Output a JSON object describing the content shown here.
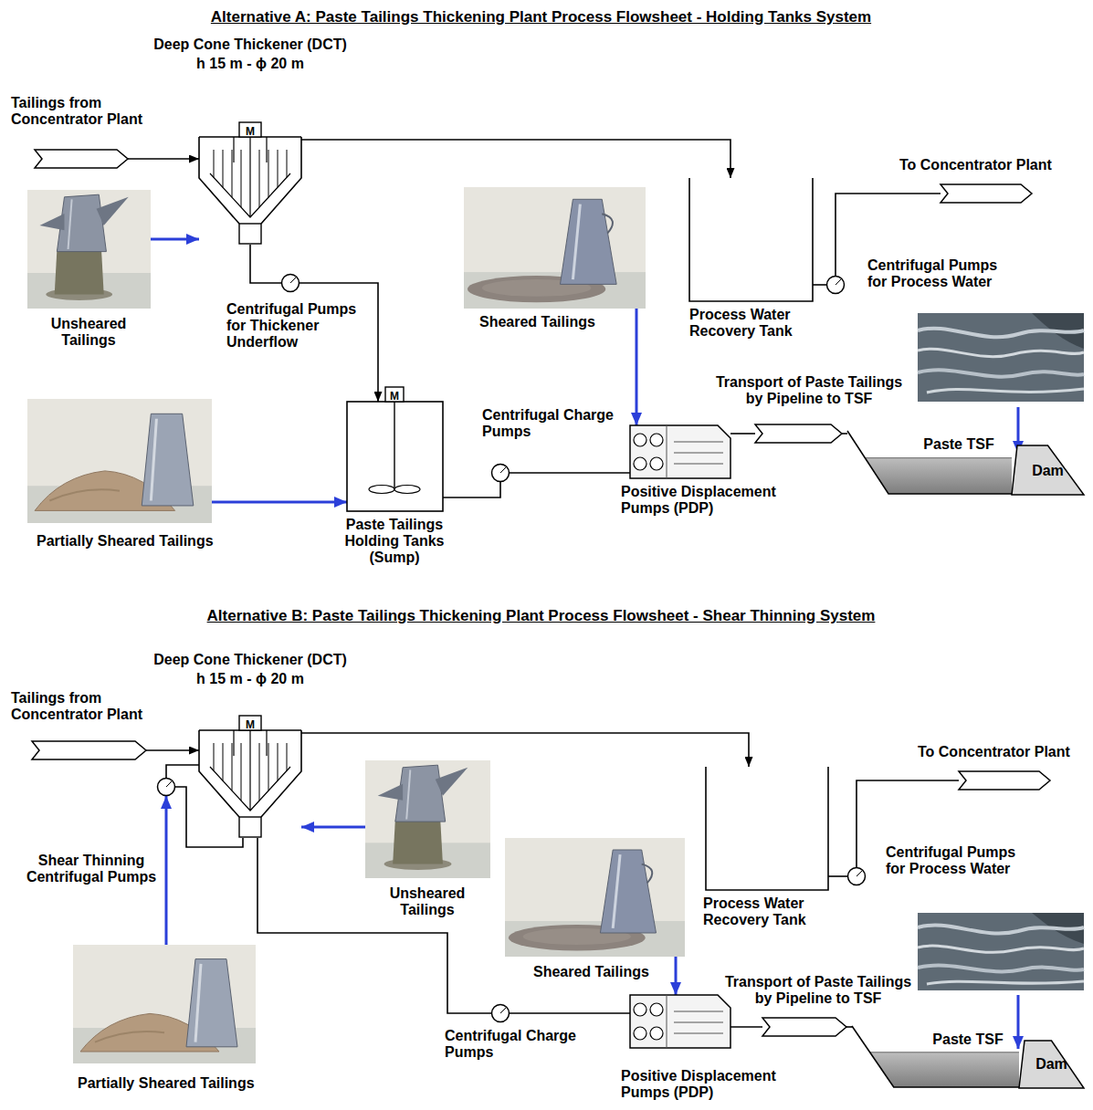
{
  "diagram": {
    "nodes": [
      {
        "text": [
          "Tailings from Concentrator Plant"
        ]
      },
      {
        "text": [
          "Deep Cone Thickener (DCT)",
          "h 15 m - ϕ 20 m"
        ]
      },
      {
        "text": [
          "Process Water Recovery Tank"
        ]
      },
      {
        "text": [
          "To Concentrator Plant"
        ]
      },
      {
        "text": [
          "Centrifugal Pumps for Process Water"
        ]
      },
      {
        "text": [
          "Unsheared Tailings"
        ]
      },
      {
        "text": [
          "Centrifugal Pumps for Thickener Underflow"
        ]
      },
      {
        "text": [
          "Sheared Tailings"
        ]
      },
      {
        "text": [
          "Centrifugal Charge Pumps"
        ]
      },
      {
        "text": [
          "Transport of Paste Tailings by Pipeline to TSF"
        ]
      },
      {
        "text": [
          "Paste TSF"
        ]
      },
      {
        "text": [
          "Dam"
        ]
      },
      {
        "text": [
          "Positive Displacement Pumps (PDP)"
        ]
      },
      {
        "text": [
          "Paste Tailings Holding Tanks (Sump)"
        ]
      },
      {
        "text": [
          "Partially Sheared Tailings"
        ]
      },
      {
        "text": [
          "Tailings from Concentrator Plant"
        ]
      },
      {
        "text": [
          "Deep Cone Thickener (DCT)",
          "h 15 m - ϕ 20 m"
        ]
      },
      {
        "text": [
          "Process Water Recovery Tank"
        ]
      },
      {
        "text": [
          "To Concentrator Plant"
        ]
      },
      {
        "text": [
          "Centrifugal Pumps for Process Water"
        ]
      },
      {
        "text": [
          "Shear Thinning Centrifugal Pumps"
        ]
      },
      {
        "text": [
          "Unsheared Tailings"
        ]
      },
      {
        "text": [
          "Sheared Tailings"
        ]
      },
      {
        "text": [
          "Transport of Paste Tailings by Pipeline to TSF"
        ]
      },
      {
        "text": [
          "Paste TSF"
        ]
      },
      {
        "text": [
          "Dam"
        ]
      },
      {
        "text": [
          "Centrifugal Charge Pumps"
        ]
      },
      {
        "text": [
          "Positive Displacement Pumps (PDP)"
        ]
      },
      {
        "text": [
          "Partially Sheared Tailings"
        ]
      }
    ],
    "edges": [
      {
        "from": 0,
        "to": 1,
        "arrow": "to"
      },
      {
        "from": 1,
        "to": 2,
        "arrow": "to"
      },
      {
        "from": 2,
        "to": 4,
        "arrow": "none"
      },
      {
        "from": 4,
        "to": 3,
        "arrow": "none"
      },
      {
        "from": 1,
        "to": 6,
        "arrow": "none"
      },
      {
        "from": 6,
        "to": 13,
        "arrow": "to"
      },
      {
        "from": 13,
        "to": 8,
        "arrow": "none"
      },
      {
        "from": 8,
        "to": 12,
        "arrow": "none"
      },
      {
        "from": 12,
        "to": 9,
        "arrow": "none"
      },
      {
        "from": 9,
        "to": 10,
        "arrow": "none"
      },
      {
        "from": 5,
        "to": 1,
        "arrow": "to"
      },
      {
        "from": 7,
        "to": 12,
        "arrow": "to"
      },
      {
        "from": 14,
        "to": 13,
        "arrow": "to"
      },
      {
        "from": 15,
        "to": 16,
        "arrow": "to"
      },
      {
        "from": 16,
        "to": 17,
        "arrow": "to"
      },
      {
        "from": 17,
        "to": 19,
        "arrow": "none"
      },
      {
        "from": 19,
        "to": 18,
        "arrow": "none"
      },
      {
        "from": 16,
        "to": 20,
        "arrow": "none"
      },
      {
        "from": 20,
        "to": 16,
        "arrow": "none"
      },
      {
        "from": 16,
        "to": 26,
        "arrow": "none"
      },
      {
        "from": 26,
        "to": 27,
        "arrow": "none"
      },
      {
        "from": 27,
        "to": 23,
        "arrow": "none"
      },
      {
        "from": 23,
        "to": 24,
        "arrow": "none"
      },
      {
        "from": 21,
        "to": 16,
        "arrow": "to"
      },
      {
        "from": 22,
        "to": 27,
        "arrow": "to"
      },
      {
        "from": 28,
        "to": 20,
        "arrow": "to"
      }
    ],
    "labels": [
      "Alternative A: Paste Tailings Thickening Plant Process Flowsheet - Holding Tanks System",
      "Alternative B: Paste Tailings Thickening Plant Process Flowsheet - Shear Thinning System",
      "M",
      "M",
      "M"
    ]
  }
}
